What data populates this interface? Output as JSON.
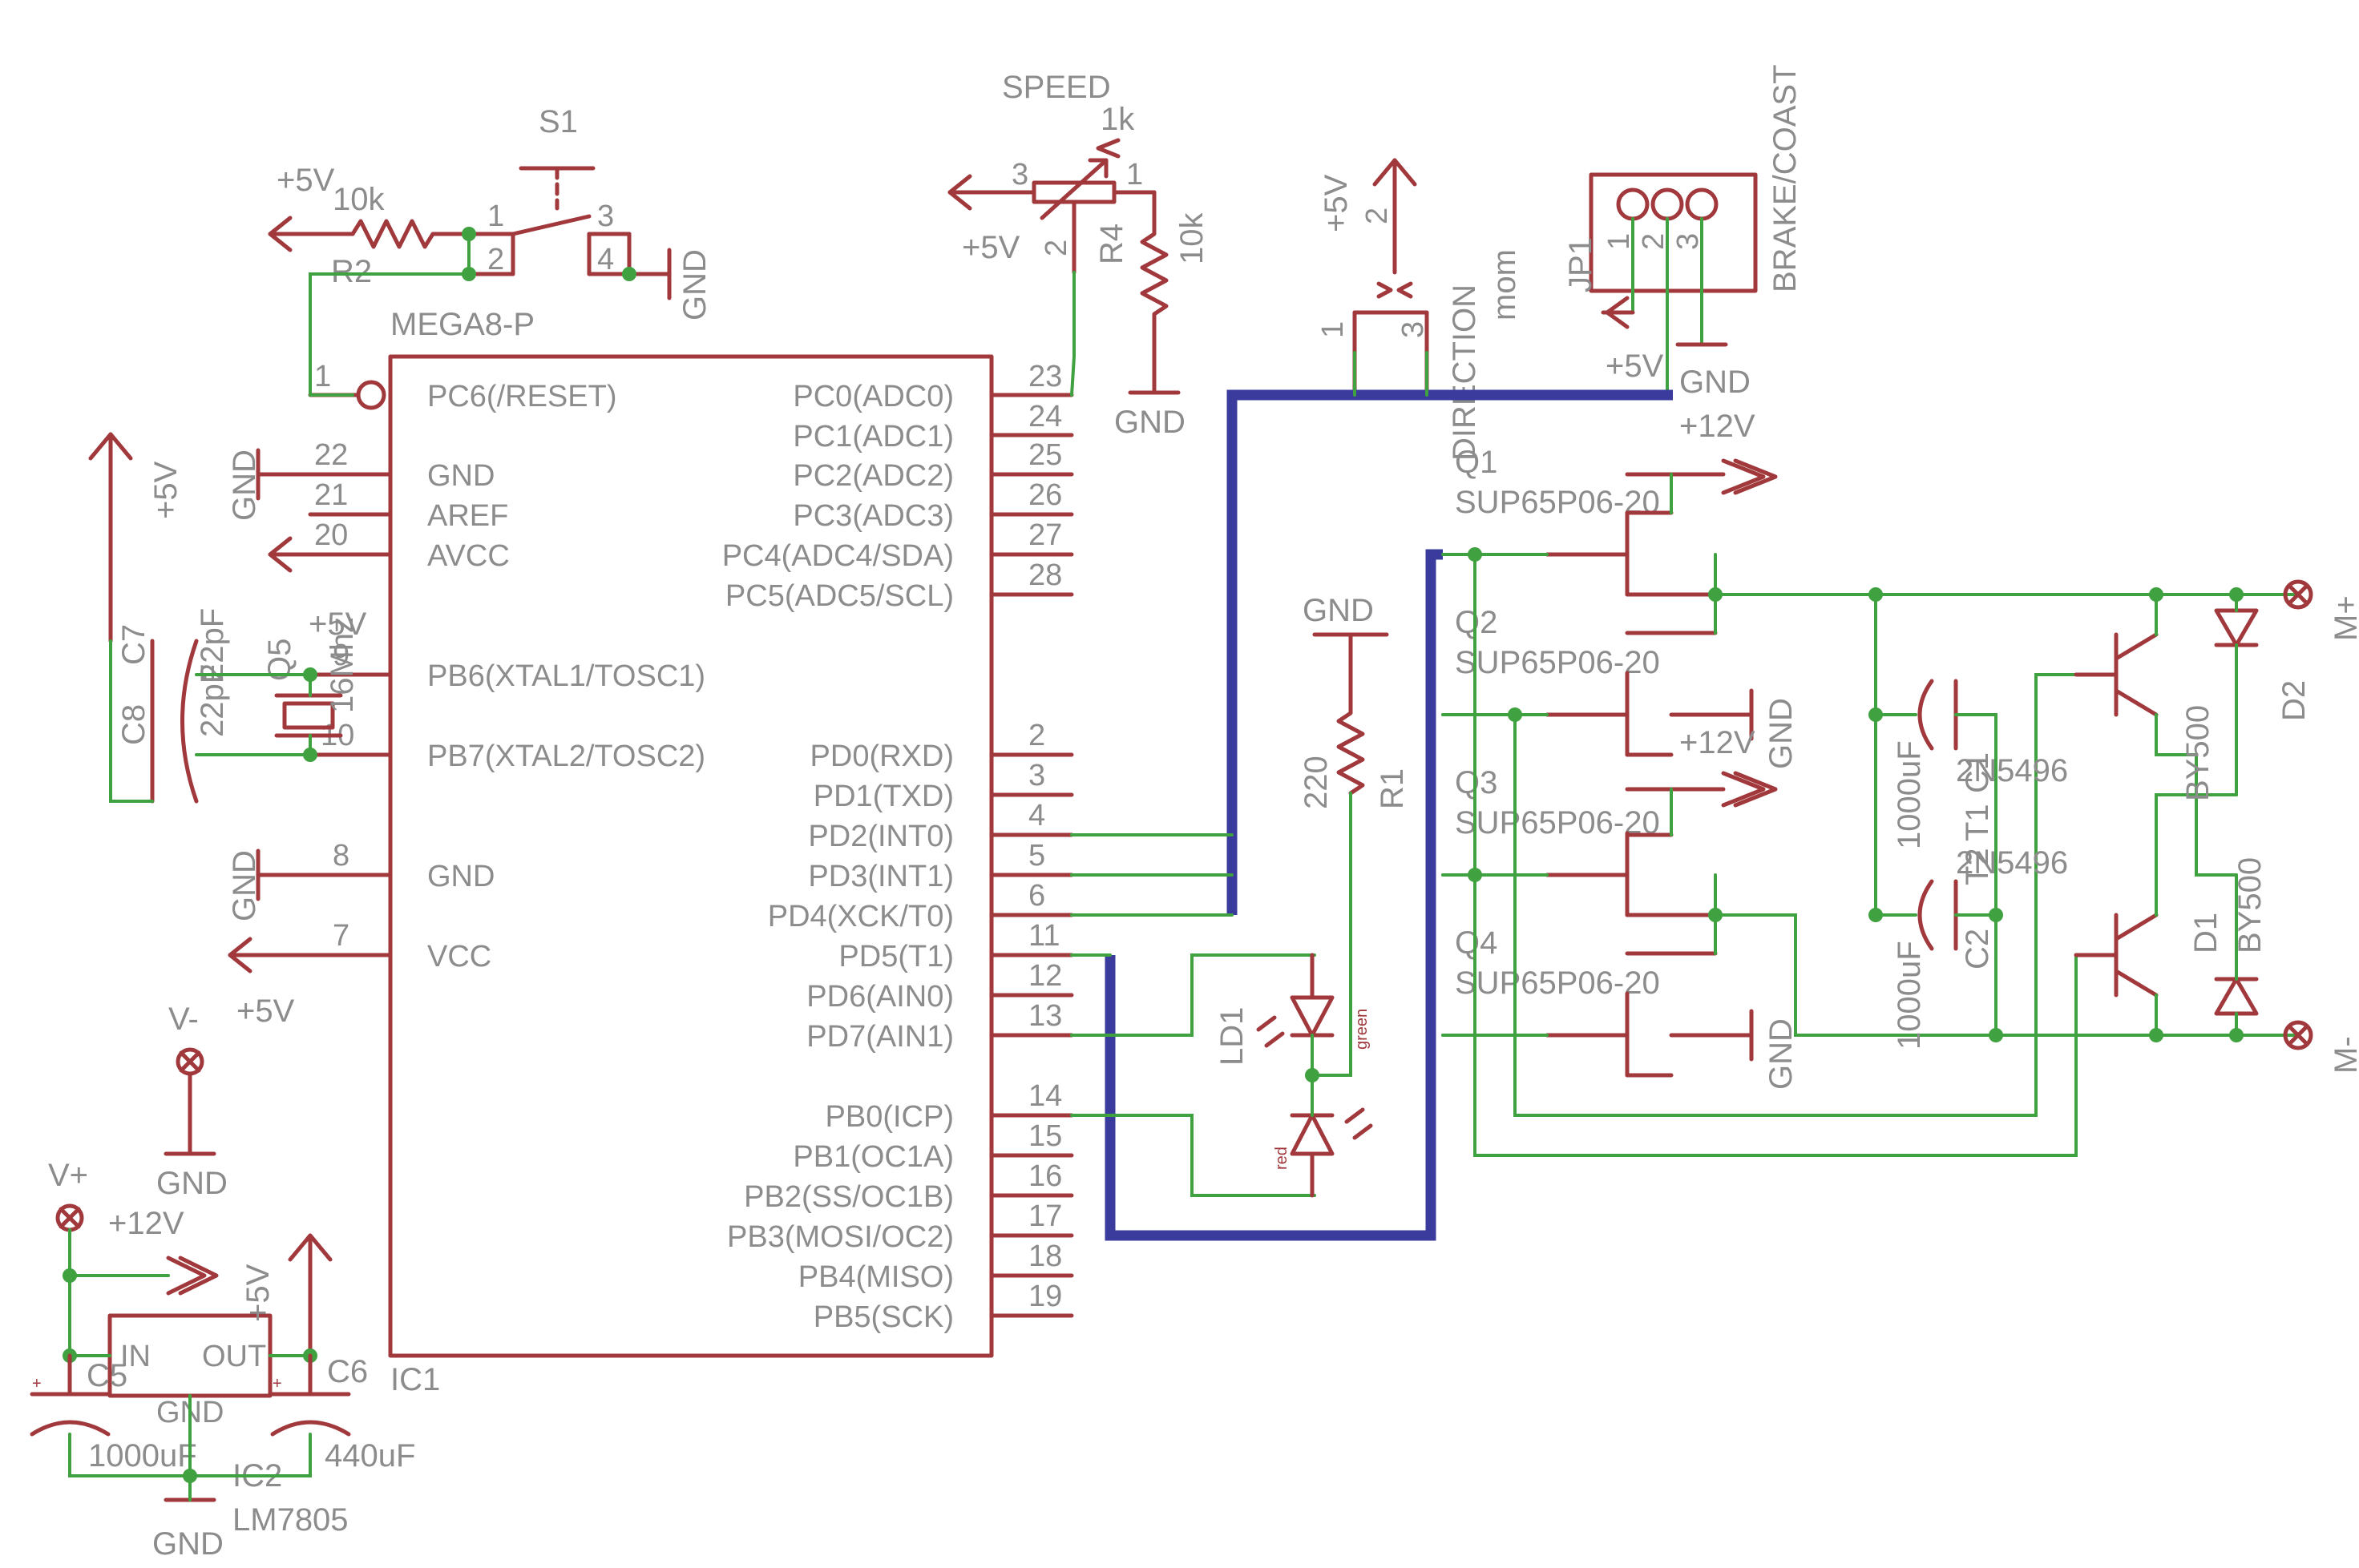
{
  "ic1": {
    "name": "IC1",
    "value": "MEGA8-P",
    "left_pins": [
      {
        "num": "1",
        "name": "PC6(/RESET)"
      },
      {
        "num": "22",
        "name": "GND"
      },
      {
        "num": "21",
        "name": "AREF"
      },
      {
        "num": "20",
        "name": "AVCC"
      },
      {
        "num": "9",
        "name": "PB6(XTAL1/TOSC1)"
      },
      {
        "num": "10",
        "name": "PB7(XTAL2/TOSC2)"
      },
      {
        "num": "8",
        "name": "GND"
      },
      {
        "num": "7",
        "name": "VCC"
      }
    ],
    "right_pins": [
      {
        "num": "23",
        "name": "PC0(ADC0)"
      },
      {
        "num": "24",
        "name": "PC1(ADC1)"
      },
      {
        "num": "25",
        "name": "PC2(ADC2)"
      },
      {
        "num": "26",
        "name": "PC3(ADC3)"
      },
      {
        "num": "27",
        "name": "PC4(ADC4/SDA)"
      },
      {
        "num": "28",
        "name": "PC5(ADC5/SCL)"
      },
      {
        "num": "2",
        "name": "PD0(RXD)"
      },
      {
        "num": "3",
        "name": "PD1(TXD)"
      },
      {
        "num": "4",
        "name": "PD2(INT0)"
      },
      {
        "num": "5",
        "name": "PD3(INT1)"
      },
      {
        "num": "6",
        "name": "PD4(XCK/T0)"
      },
      {
        "num": "11",
        "name": "PD5(T1)"
      },
      {
        "num": "12",
        "name": "PD6(AIN0)"
      },
      {
        "num": "13",
        "name": "PD7(AIN1)"
      },
      {
        "num": "14",
        "name": "PB0(ICP)"
      },
      {
        "num": "15",
        "name": "PB1(OC1A)"
      },
      {
        "num": "16",
        "name": "PB2(SS/OC1B)"
      },
      {
        "num": "17",
        "name": "PB3(MOSI/OC2)"
      },
      {
        "num": "18",
        "name": "PB4(MISO)"
      },
      {
        "num": "19",
        "name": "PB5(SCK)"
      }
    ]
  },
  "labels": {
    "plus5v": "+5V",
    "plus12v": "+12V",
    "gnd": "GND",
    "vplus": "V+",
    "vminus": "V-",
    "mplus": "M+",
    "mminus": "M-",
    "s1": "S1",
    "r2": "R2",
    "r2_val": "10k",
    "speed": "SPEED",
    "speed_val": "1k",
    "r4": "R4",
    "r4_val": "10k",
    "direction": "DIRECTION",
    "mom": "mom",
    "jp1": "JP1",
    "brake_coast": "BRAKE/COAST",
    "r1": "R1",
    "r1_val": "220",
    "ld1": "LD1",
    "green": "green",
    "red": "red",
    "c7": "C7",
    "c7_val": "22pF",
    "c8": "C8",
    "c8_val": "22pF",
    "q5": "Q5",
    "q5_val": "16Mhz",
    "q1": "Q1",
    "q2": "Q2",
    "q3": "Q3",
    "q4": "Q4",
    "mosfet_val": "SUP65P06-20",
    "c1": "C1",
    "c2": "C2",
    "cap_val": "1000uF",
    "t1": "T1",
    "t2": "T2",
    "t_val": "2N5496",
    "d1": "D1",
    "d2": "D2",
    "d_val": "BY500",
    "c5": "C5",
    "c5_val": "1000uF",
    "c6": "C6",
    "c6_val": "440uF",
    "ic2": "IC2",
    "ic2_val": "LM7805",
    "in": "IN",
    "out": "OUT",
    "plus": "+"
  },
  "colors": {
    "symbol": "#a0383c",
    "net": "#3fa13f",
    "bus": "#3b3b9e",
    "text": "#8c8c8c"
  }
}
